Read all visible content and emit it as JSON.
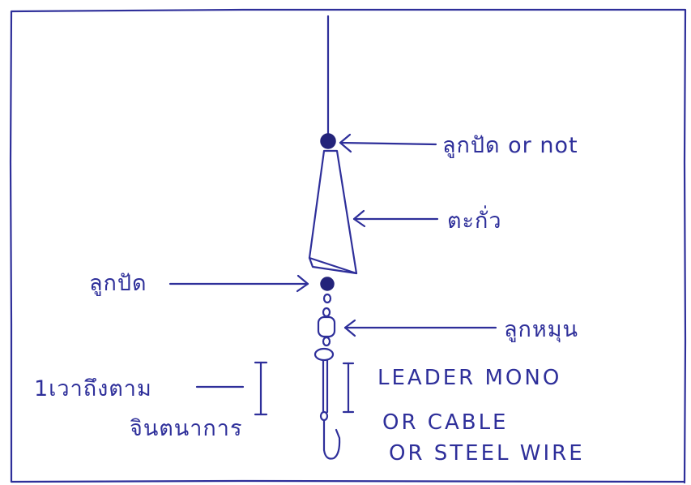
{
  "colors": {
    "ink": "#2e2f9a",
    "ink_dark": "#23237a",
    "paper": "#ffffff"
  },
  "labels": {
    "bead_or_knot": "ลูกปัด or not",
    "sinker": "ตะกั่ว",
    "bead": "ลูกปัด",
    "swivel": "ลูกหมุน",
    "length_line1": "1เวาถึงตาม",
    "length_line2": "จินตนาการ",
    "leader_line1": "LEADER MONO",
    "leader_line2": "OR CABLE",
    "leader_line3": "OR STEEL WIRE"
  },
  "components": [
    "main-line-icon",
    "top-bead-icon",
    "sinker-icon",
    "lower-bead-icon",
    "swivel-icon",
    "leader-icon",
    "hook-icon"
  ]
}
